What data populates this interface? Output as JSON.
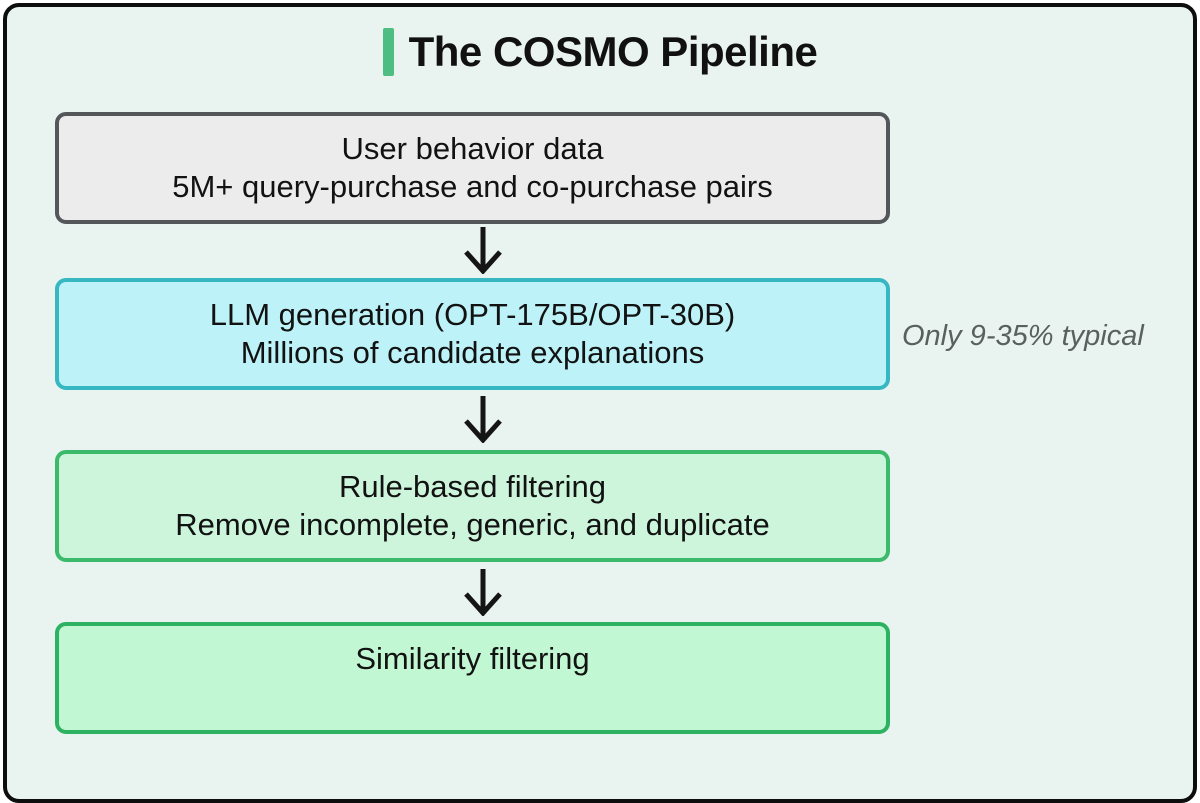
{
  "title": {
    "text": "The COSMO Pipeline"
  },
  "steps": [
    {
      "name": "user-behavior-data",
      "line1": "User behavior data",
      "line2": "5M+ query-purchase and co-purchase pairs",
      "fill": "#ececec",
      "border": "#54575a"
    },
    {
      "name": "llm-generation",
      "line1": "LLM generation (OPT-175B/OPT-30B)",
      "line2": "Millions of candidate explanations",
      "fill": "#bdf3f8",
      "border": "#36b7c2",
      "side_note": "Only 9-35% typical"
    },
    {
      "name": "rule-based-filtering",
      "line1": "Rule-based filtering",
      "line2": "Remove incomplete, generic, and duplicate",
      "fill": "#ccf5dc",
      "border": "#3cba6b"
    },
    {
      "name": "similarity-filtering",
      "line1": "Similarity filtering",
      "fill": "#c2f7d4",
      "border": "#2cb261"
    }
  ],
  "colors": {
    "canvas_background": "#e9f3ef",
    "frame_border": "#0d0d0d",
    "accent": "#4ebd81",
    "box_text": "#121212",
    "note_text": "#59615f",
    "arrow": "#151515"
  }
}
